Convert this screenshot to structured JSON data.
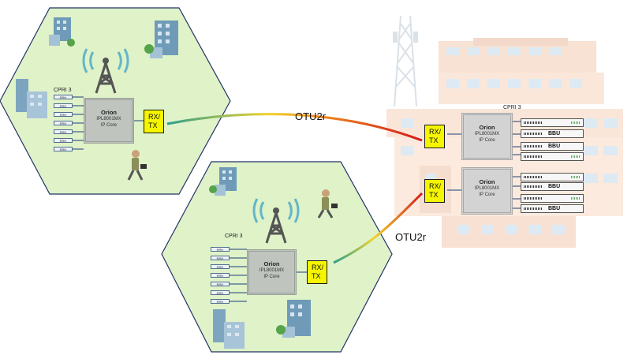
{
  "labels": {
    "otu_link_1": "OTU2r",
    "otu_link_2": "OTU2r",
    "cpri_cell_1": "CPRI 3",
    "cpri_cell_2": "CPRI 3",
    "cpri_central": "CPRI 3"
  },
  "core": {
    "name": "Orion",
    "model": "IPL8001MX",
    "sub": "IP Core"
  },
  "rx_tx": {
    "line1": "RX/",
    "line2": "TX"
  },
  "rrh_label": "RRH",
  "bbu_label": "BBU",
  "colors": {
    "cell_fill": "#dff2c8",
    "cell_stroke": "#223366",
    "rx_tx_fill": "#f5f500",
    "link_start": "#2e9e8e",
    "link_mid": "#f2d22a",
    "link_end": "#d41a1a"
  },
  "icons": [
    "office-building-icon",
    "cell-tower-icon",
    "walking-man-icon",
    "central-office-building-icon",
    "radio-head-icon",
    "bbu-unit-icon"
  ]
}
